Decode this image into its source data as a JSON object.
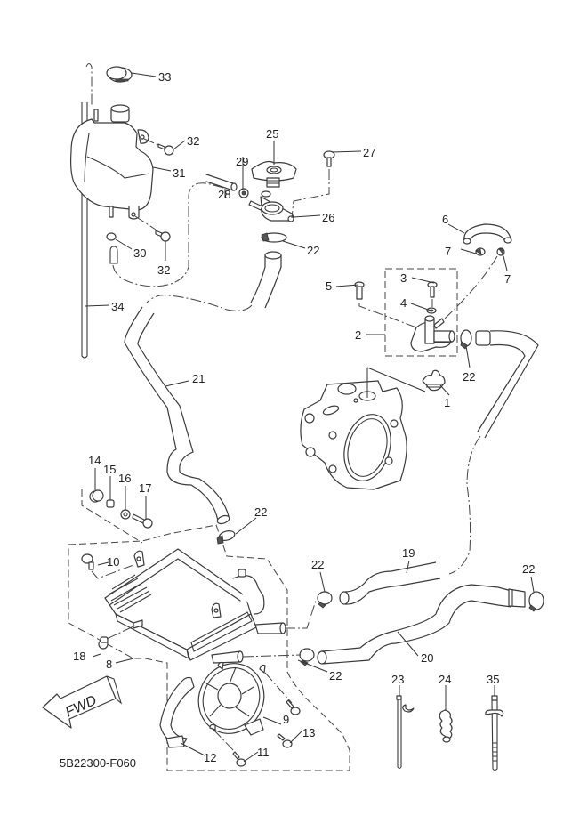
{
  "diagram": {
    "type": "exploded-parts-diagram",
    "subject": "Radiator / cooling system hoses",
    "drawing_code": "5B22300-F060",
    "direction_marker": "FWD",
    "callouts": [
      {
        "id": "c1",
        "label": "1",
        "part": "thermostat"
      },
      {
        "id": "c2",
        "label": "2",
        "part": "thermostat-housing-assembly"
      },
      {
        "id": "c3",
        "label": "3",
        "part": "bolt"
      },
      {
        "id": "c4",
        "label": "4",
        "part": "washer"
      },
      {
        "id": "c5",
        "label": "5",
        "part": "bolt"
      },
      {
        "id": "c6",
        "label": "6",
        "part": "bypass-hose"
      },
      {
        "id": "c7a",
        "label": "7",
        "part": "hose-clamp"
      },
      {
        "id": "c7b",
        "label": "7",
        "part": "hose-clamp"
      },
      {
        "id": "c8",
        "label": "8",
        "part": "radiator-assembly"
      },
      {
        "id": "c9",
        "label": "9",
        "part": "fan-motor"
      },
      {
        "id": "c10",
        "label": "10",
        "part": "bolt"
      },
      {
        "id": "c11",
        "label": "11",
        "part": "screw"
      },
      {
        "id": "c12",
        "label": "12",
        "part": "fan-bracket"
      },
      {
        "id": "c13",
        "label": "13",
        "part": "screw"
      },
      {
        "id": "c14",
        "label": "14",
        "part": "grommet"
      },
      {
        "id": "c15",
        "label": "15",
        "part": "collar"
      },
      {
        "id": "c16",
        "label": "16",
        "part": "washer"
      },
      {
        "id": "c17",
        "label": "17",
        "part": "bolt"
      },
      {
        "id": "c18",
        "label": "18",
        "part": "drain-plug"
      },
      {
        "id": "c19",
        "label": "19",
        "part": "radiator-outlet-hose"
      },
      {
        "id": "c20",
        "label": "20",
        "part": "radiator-hose"
      },
      {
        "id": "c21",
        "label": "21",
        "part": "radiator-inlet-hose"
      },
      {
        "id": "c22a",
        "label": "22",
        "part": "hose-clamp"
      },
      {
        "id": "c22b",
        "label": "22",
        "part": "hose-clamp"
      },
      {
        "id": "c22c",
        "label": "22",
        "part": "hose-clamp"
      },
      {
        "id": "c22d",
        "label": "22",
        "part": "hose-clamp"
      },
      {
        "id": "c22e",
        "label": "22",
        "part": "hose-clamp"
      },
      {
        "id": "c22f",
        "label": "22",
        "part": "hose-clamp"
      },
      {
        "id": "c23",
        "label": "23",
        "part": "cable-tie"
      },
      {
        "id": "c24",
        "label": "24",
        "part": "hose-holder"
      },
      {
        "id": "c25",
        "label": "25",
        "part": "radiator-cap"
      },
      {
        "id": "c26",
        "label": "26",
        "part": "filler-neck"
      },
      {
        "id": "c27",
        "label": "27",
        "part": "bolt"
      },
      {
        "id": "c28",
        "label": "28",
        "part": "reservoir-hose"
      },
      {
        "id": "c29",
        "label": "29",
        "part": "clip"
      },
      {
        "id": "c30",
        "label": "30",
        "part": "clip"
      },
      {
        "id": "c31",
        "label": "31",
        "part": "reservoir-tank"
      },
      {
        "id": "c32a",
        "label": "32",
        "part": "bolt"
      },
      {
        "id": "c32b",
        "label": "32",
        "part": "bolt"
      },
      {
        "id": "c33",
        "label": "33",
        "part": "reservoir-cap"
      },
      {
        "id": "c34",
        "label": "34",
        "part": "breather-hose"
      },
      {
        "id": "c35",
        "label": "35",
        "part": "cable-tie"
      }
    ]
  }
}
